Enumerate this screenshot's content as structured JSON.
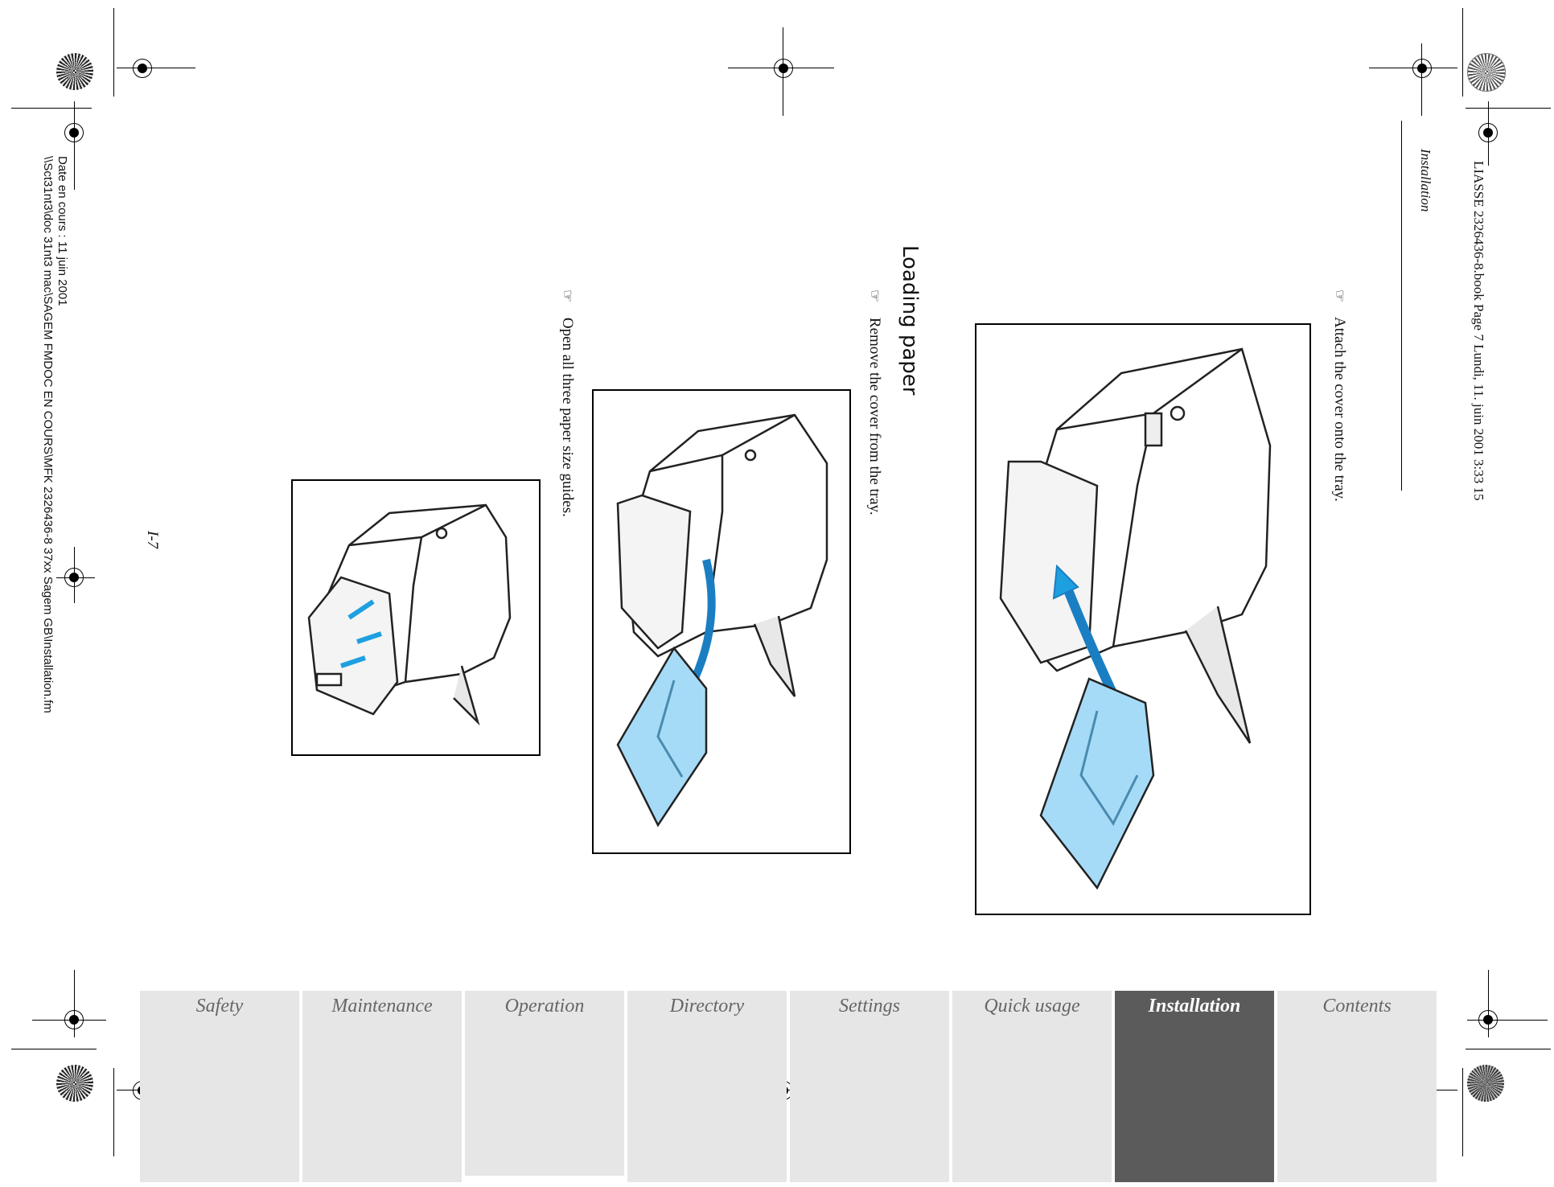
{
  "header": {
    "book_info": "LIASSE 2326436-8.book  Page 7  Lundi, 11. juin 2001  3:33 15",
    "section": "Installation",
    "date_line": "Date en cours : 11 juin 2001",
    "path_line": "\\\\Sct31nt3\\doc 31nt3 mac\\SAGEM FMDOC EN COURS\\MFK 2326436-8 37xx Sagem GB\\Installation.fm"
  },
  "content": {
    "step_attach": "Attach the cover onto the tray.",
    "title": "Loading paper",
    "step_remove": "Remove the cover from the tray.",
    "step_open": "Open all three paper size guides.",
    "page_number": "I-7",
    "hand_icon": "pointing-hand-icon"
  },
  "nav_tabs": [
    {
      "label": "Safety",
      "active": false
    },
    {
      "label": "Maintenance",
      "active": false
    },
    {
      "label": "Operation",
      "active": false
    },
    {
      "label": "Directory",
      "active": false
    },
    {
      "label": "Settings",
      "active": false
    },
    {
      "label": "Quick usage",
      "active": false
    },
    {
      "label": "Installation",
      "active": true
    },
    {
      "label": "Contents",
      "active": false
    }
  ],
  "colors": {
    "tab_bg": "#e6e6e6",
    "tab_active_bg": "#5b5b5b",
    "accent_blue": "#1ea0e0",
    "cover_blue": "#a6dbf7"
  }
}
